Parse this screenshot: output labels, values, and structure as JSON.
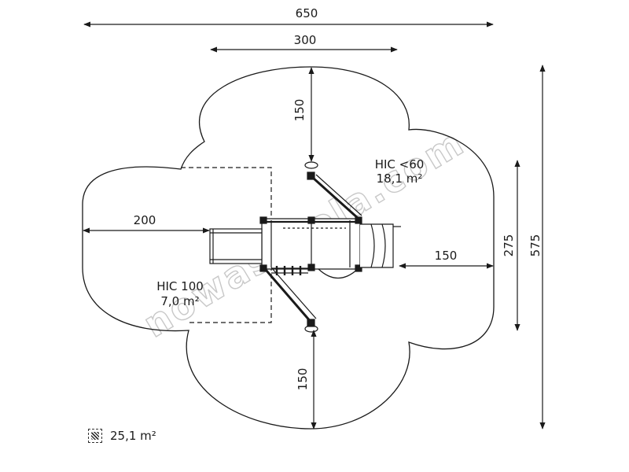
{
  "dimensions": {
    "total_width": "650",
    "equipment_width": "300",
    "top_depth": "150",
    "left_extension": "200",
    "right_extension": "150",
    "bottom_depth": "150",
    "inner_height": "275",
    "total_height": "575"
  },
  "zones": {
    "main_label": "HIC <60",
    "main_area": "18,1 m²",
    "slide_label": "HIC 100",
    "slide_area": "7,0 m²"
  },
  "legend": {
    "total_area": "25,1 m²"
  },
  "watermark": "nowaszkola.com"
}
